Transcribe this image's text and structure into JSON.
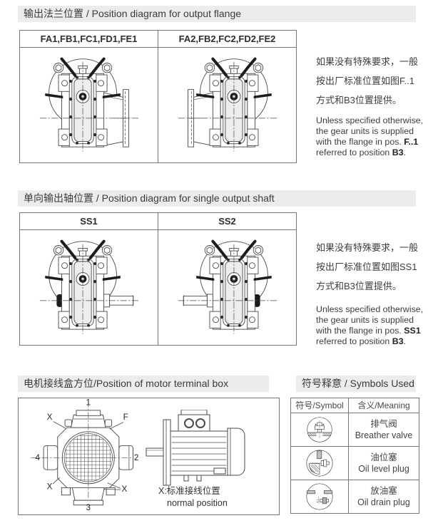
{
  "colors": {
    "heading_bg": "#ececec",
    "table_border": "#757575",
    "text": "#3a3a3a",
    "drawing_line": "#4a4a4a",
    "drawing_dark": "#1c1c1c"
  },
  "section_flange": {
    "heading": "输出法兰位置 / Position diagram for output flange",
    "columns": [
      "FA1,FB1,FC1,FD1,FE1",
      "FA2,FB2,FC2,FD2,FE2"
    ],
    "diagrams": [
      "gearbox-front-view-flange-right",
      "gearbox-front-view-flange-left"
    ],
    "note_zh": {
      "l1": "如果没有特殊要求，一般",
      "l2": "按出厂标准位置如图F..1",
      "l3": "方式和B3位置提供。"
    },
    "note_en": {
      "l1": "Unless specified otherwise,",
      "l2": "the gear units is supplied",
      "l3_pre": "with the flange in pos. ",
      "l3_b": "F..1",
      "l4_pre": "referred to position ",
      "l4_b": "B3",
      "l4_post": "."
    }
  },
  "section_shaft": {
    "heading": "单向输出轴位置 / Position diagram for single output shaft",
    "columns": [
      "SS1",
      "SS2"
    ],
    "diagrams": [
      "gearbox-front-view-shaft-right",
      "gearbox-front-view-shaft-left"
    ],
    "note_zh": {
      "l1": "如果没有特殊要求，一般",
      "l2": "按出厂标准位置如图SS1",
      "l3": "方式和B3位置提供。"
    },
    "note_en": {
      "l1": "Unless specified otherwise,",
      "l2": "the gear units is supplied",
      "l3_pre": "with the flange in pos. ",
      "l3_b": "SS1",
      "l4_pre": "referred to position ",
      "l4_b": "B3",
      "l4_post": "."
    }
  },
  "section_motor": {
    "heading": "电机接线盒方位/Position of motor terminal box",
    "views": [
      "motor-front-view",
      "motor-side-view"
    ],
    "labels": {
      "pos1": "1",
      "pos2": "2",
      "pos3": "3",
      "pos4": "4",
      "f": "F",
      "x": "X"
    },
    "caption_zh": "X:标准接线位置",
    "caption_en": "normal position"
  },
  "section_symbols": {
    "heading": "符号释意 / Symbols Used",
    "col_symbol": "符号/Symbol",
    "col_meaning": "含义/Meaning",
    "rows": [
      {
        "icon": "breather-valve-icon",
        "zh": "排气阀",
        "en": "Breather valve"
      },
      {
        "icon": "oil-level-plug-icon",
        "zh": "油位塞",
        "en": "Oil level plug"
      },
      {
        "icon": "oil-drain-plug-icon",
        "zh": "放油塞",
        "en": "Oil drain plug"
      }
    ]
  }
}
